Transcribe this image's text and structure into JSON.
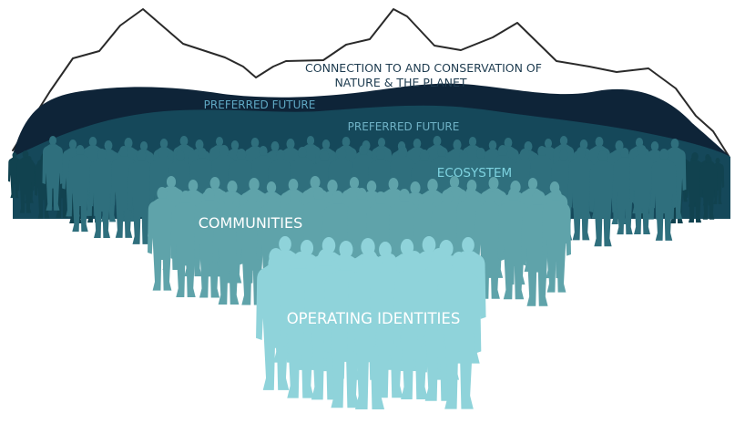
{
  "colors": {
    "background": "#ffffff",
    "mountain_outline": "#2a2a2a",
    "dark_ridge": "#0e2438",
    "teal_ridge": "#15485a",
    "crowd_back": "#11424f",
    "crowd_mid": "#2c6a76",
    "crowd_ecosystem": "#2f6f7d",
    "crowd_communities": "#5fa3aa",
    "crowd_front": "#8fd3da",
    "text_dark": "#1d3b4f",
    "text_accent": "#7ed3e0",
    "text_light": "#ffffff"
  },
  "labels": {
    "connection_line1": "CONNECTION TO AND CONSERVATION OF",
    "connection_line2": "NATURE & THE PLANET",
    "preferred_future_outer": "PREFERRED FUTURE",
    "preferred_future_inner": "PREFERRED FUTURE",
    "ecosystem": "ECOSYSTEM",
    "communities": "COMMUNITIES",
    "operating_identities": "OPERATING IDENTITIES"
  },
  "icons": {
    "mountains": "mountain-outline-icon",
    "crowd": "person-silhouette-icon"
  }
}
